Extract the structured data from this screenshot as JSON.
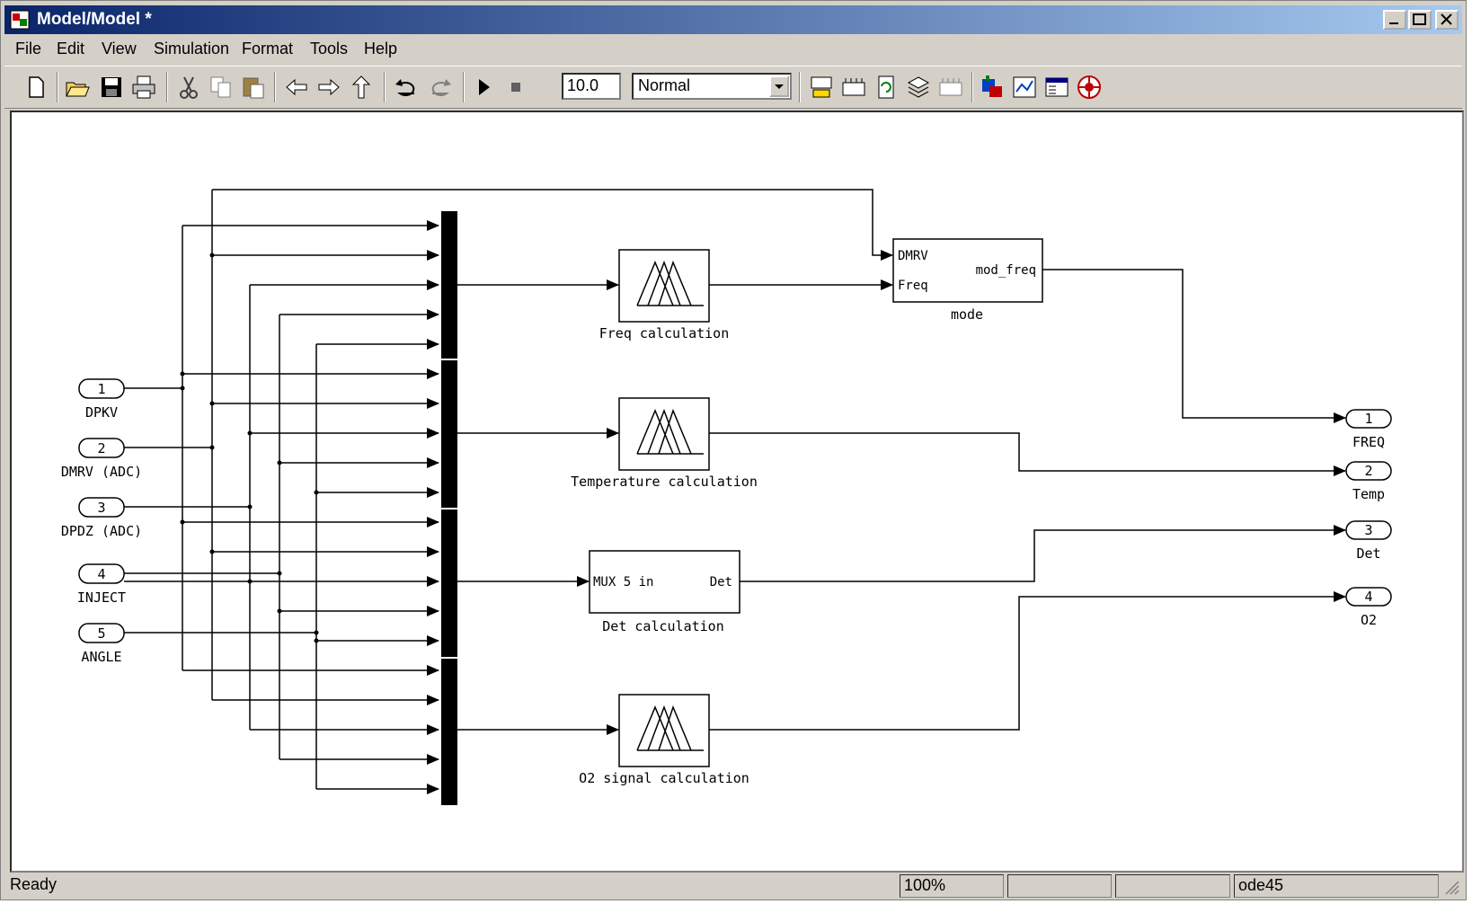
{
  "window": {
    "title": "Model/Model *"
  },
  "menu": [
    "File",
    "Edit",
    "View",
    "Simulation",
    "Format",
    "Tools",
    "Help"
  ],
  "toolbar": {
    "stop_time": "10.0",
    "sim_mode": "Normal"
  },
  "inports": [
    {
      "num": "1",
      "label": "DPKV"
    },
    {
      "num": "2",
      "label": "DMRV (ADC)"
    },
    {
      "num": "3",
      "label": "DPDZ (ADC)"
    },
    {
      "num": "4",
      "label": "INJECT"
    },
    {
      "num": "5",
      "label": "ANGLE"
    }
  ],
  "outports": [
    {
      "num": "1",
      "label": "FREQ"
    },
    {
      "num": "2",
      "label": "Temp"
    },
    {
      "num": "3",
      "label": "Det"
    },
    {
      "num": "4",
      "label": "O2"
    }
  ],
  "blocks": {
    "freq": "Freq calculation",
    "temp": "Temperature calculation",
    "det": "Det calculation",
    "det_in": "MUX 5 in",
    "det_out": "Det",
    "o2": "O2 signal calculation",
    "mode": "mode",
    "mode_in1": "DMRV",
    "mode_in2": "Freq",
    "mode_out": "mod_freq"
  },
  "status": {
    "text": "Ready",
    "zoom": "100%",
    "solver": "ode45"
  }
}
